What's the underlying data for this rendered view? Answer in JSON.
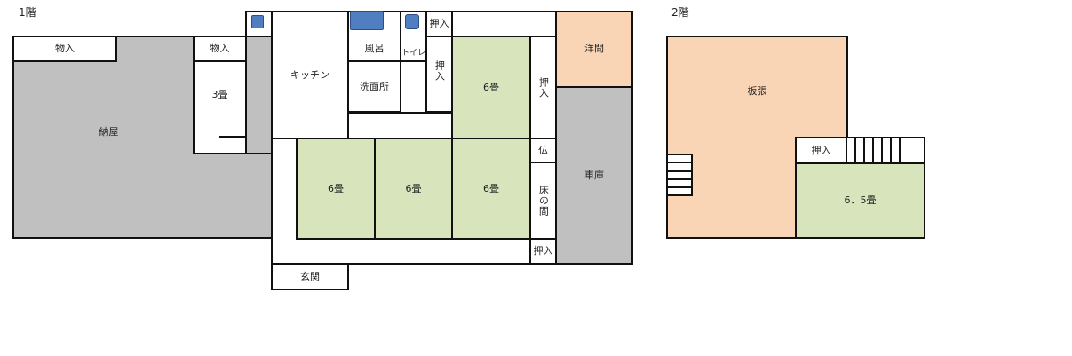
{
  "floor1": {
    "label": "1階",
    "rooms": {
      "barn": "納屋",
      "storage_left": "物入",
      "storage_right": "物入",
      "tatami3": "3畳",
      "kitchen": "キッチン",
      "bath": "風呂",
      "toilet": "トイレ",
      "washroom": "洗面所",
      "closet_top": "押入",
      "closet_vertical_left": "押入",
      "tatami6_upper": "6畳",
      "closet_vertical_right": "押入",
      "western_room": "洋間",
      "garage": "車庫",
      "tatami6_a": "6畳",
      "tatami6_b": "6畳",
      "tatami6_c": "6畳",
      "butsudan": "仏",
      "tokonoma": "床の間",
      "closet_bottom": "押入",
      "entrance": "玄関"
    }
  },
  "floor2": {
    "label": "2階",
    "rooms": {
      "wood_floor": "板張",
      "closet": "押入",
      "tatami65": "6．5畳"
    }
  },
  "colors": {
    "gray": "#c0c0c0",
    "tatami_green": "#d8e4bc",
    "wood_peach": "#fad5b5",
    "fixture_blue": "#4f7fc0",
    "wall": "#111111"
  }
}
